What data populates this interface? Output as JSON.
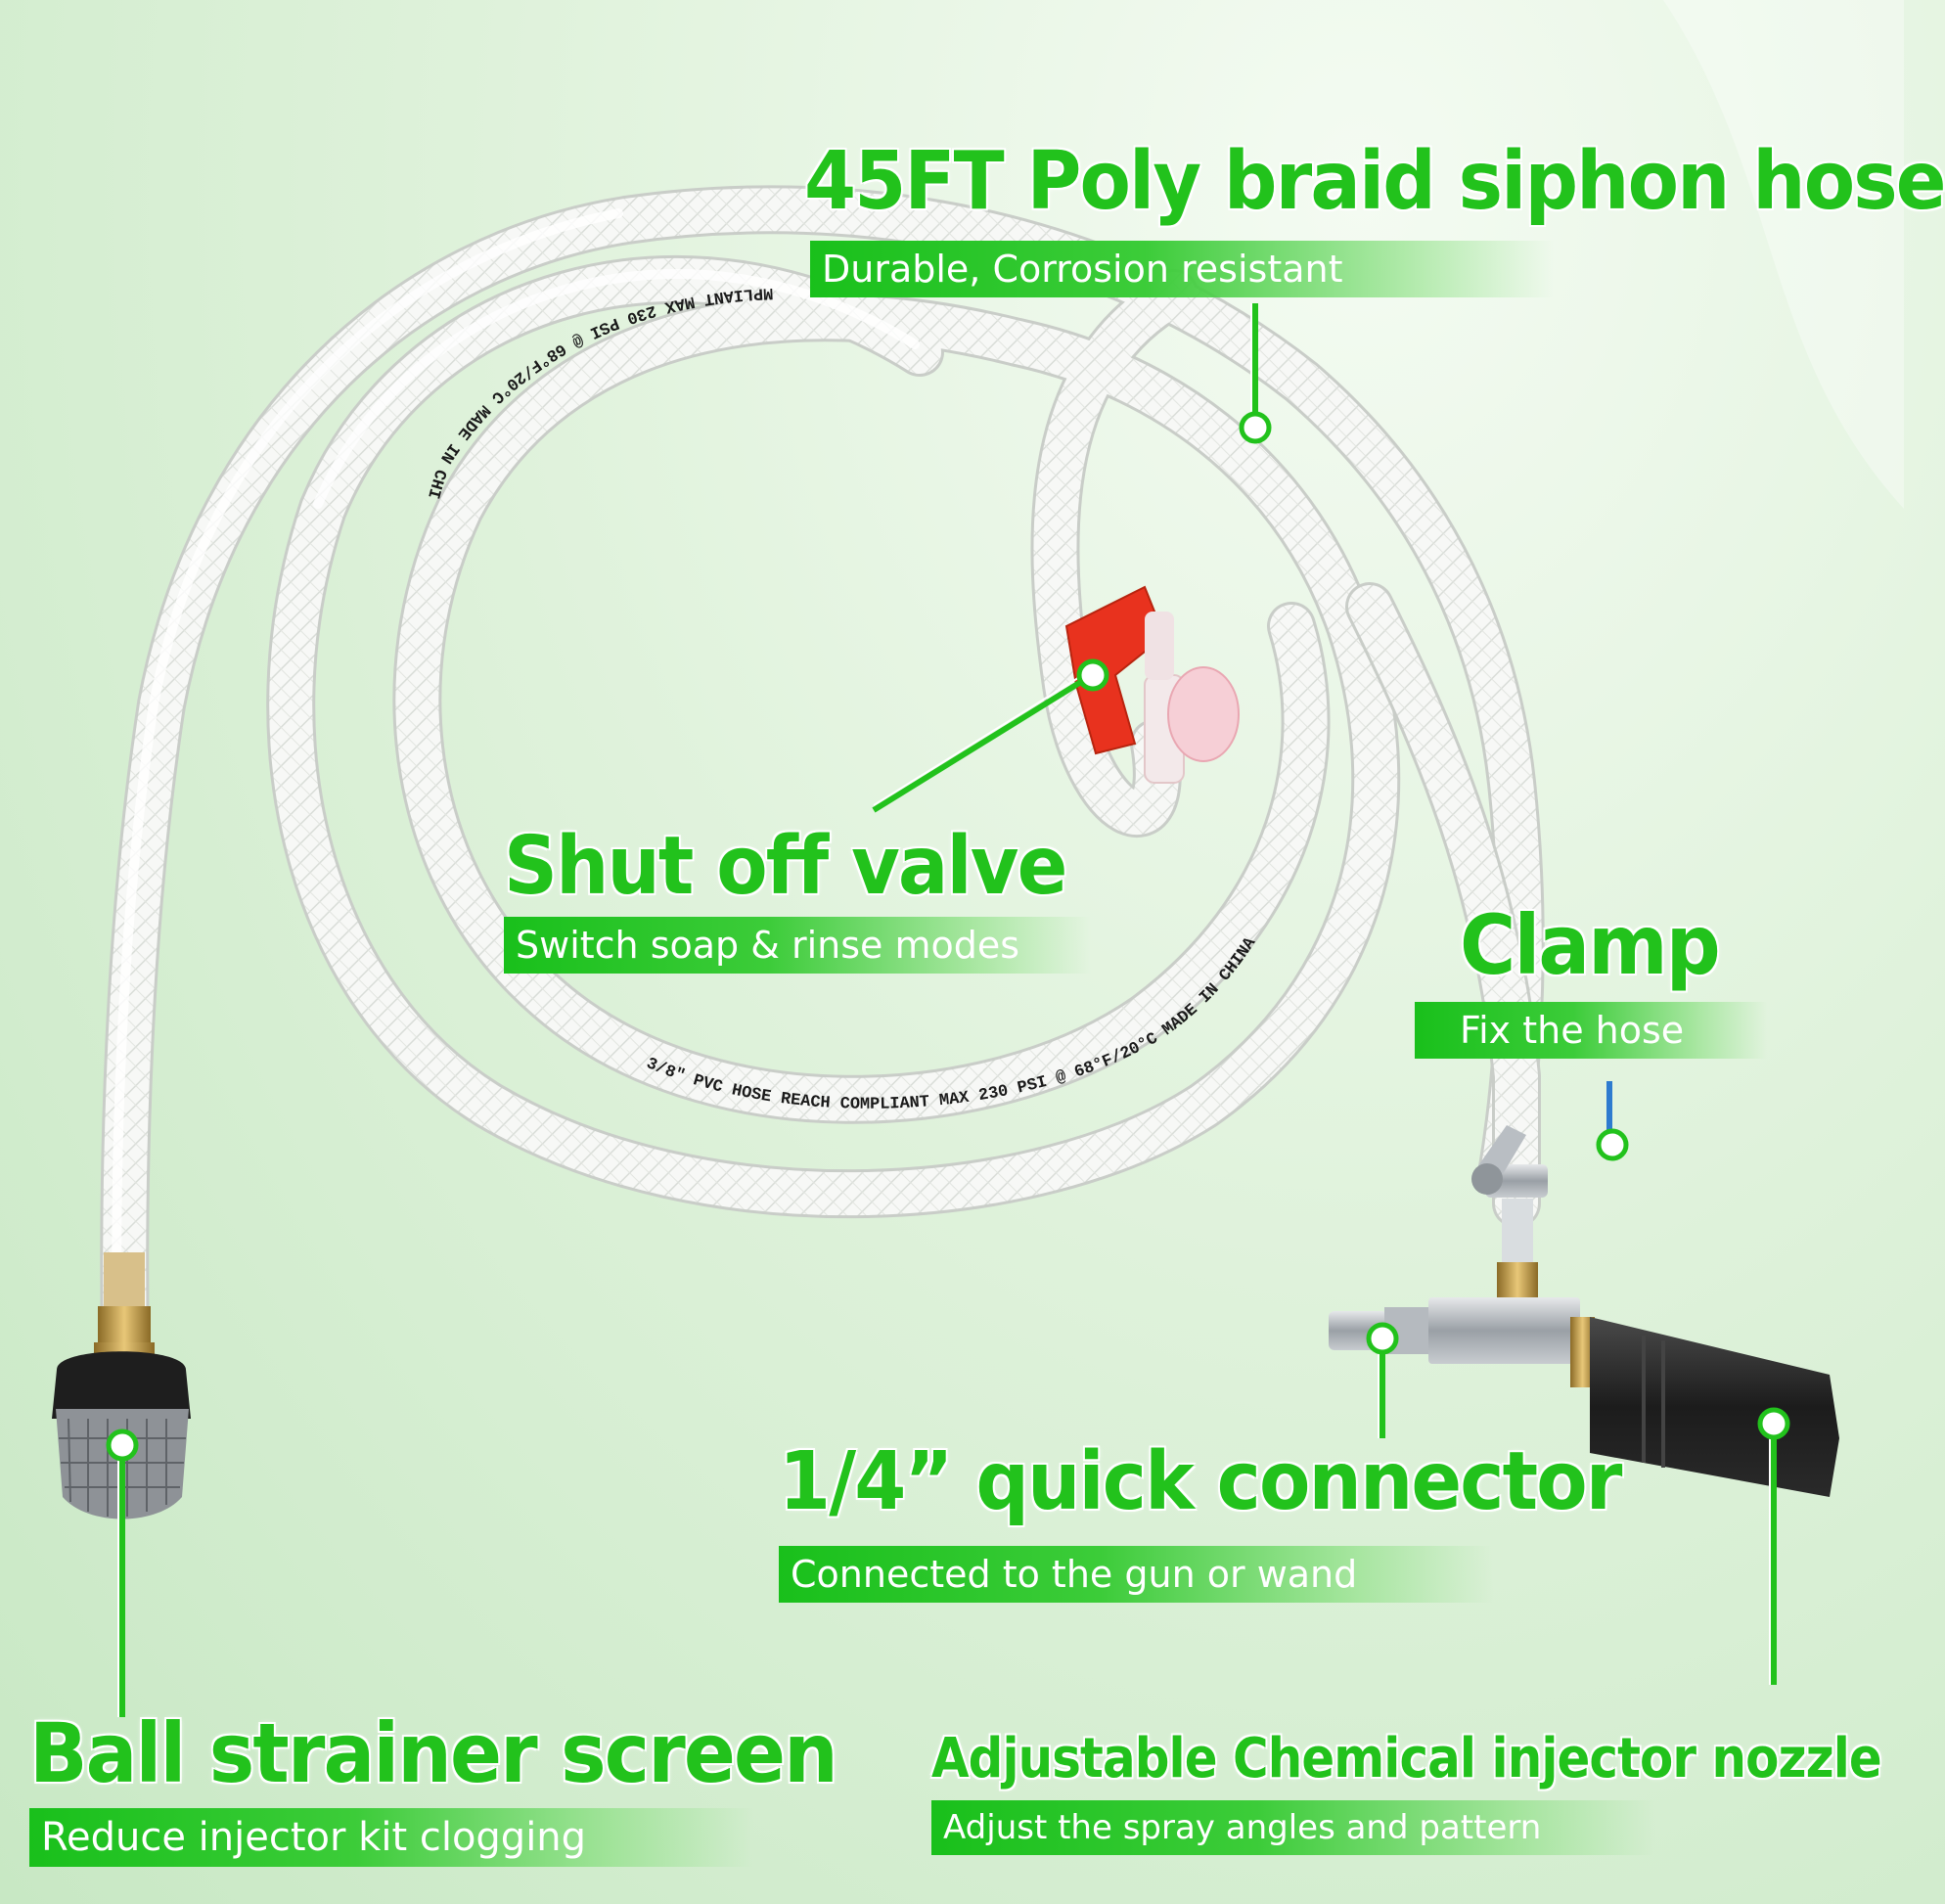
{
  "features": {
    "hose": {
      "title": "45FT Poly braid siphon hose",
      "subtitle": "Durable, Corrosion resistant"
    },
    "valve": {
      "title": "Shut off valve",
      "subtitle": "Switch soap & rinse modes"
    },
    "clamp": {
      "title": "Clamp",
      "subtitle": "Fix the hose"
    },
    "connector": {
      "title": "1/4” quick connector",
      "subtitle": "Connected to the gun or wand"
    },
    "strainer": {
      "title": "Ball strainer screen",
      "subtitle": "Reduce injector kit clogging"
    },
    "nozzle": {
      "title": "Adjustable Chemical injector nozzle",
      "subtitle": "Adjust the spray angles and pattern"
    }
  },
  "hose_print": {
    "upper": "MPLIANT MAX 230 PSI @ 68°F/20°C MADE IN CHI",
    "lower": "3/8\" PVC HOSE REACH COMPLIANT MAX 230 PSI @ 68°F/20°C MADE IN CHINA"
  },
  "colors": {
    "accent_green": "#22c21c",
    "label_bar_green": "#19c01b",
    "valve_red": "#e8321e",
    "brass": "#c9a04a",
    "hose_white": "#f4f6f3"
  }
}
